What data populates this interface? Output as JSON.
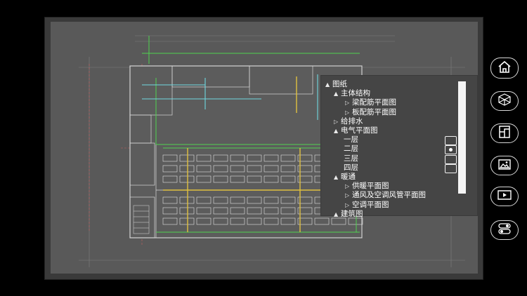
{
  "tree": {
    "items": [
      {
        "label": "图纸",
        "level": 0,
        "expander": "▲"
      },
      {
        "label": "主体结构",
        "level": 1,
        "expander": "▲"
      },
      {
        "label": "梁配筋平面图",
        "level": 2,
        "expander": "▷"
      },
      {
        "label": "板配筋平面图",
        "level": 2,
        "expander": "▷"
      },
      {
        "label": "给排水",
        "level": 1,
        "expander": "▷"
      },
      {
        "label": "电气平面图",
        "level": 1,
        "expander": "▲"
      },
      {
        "label": "一层",
        "level": 2,
        "expander": "",
        "radio": "off"
      },
      {
        "label": "二层",
        "level": 2,
        "expander": "",
        "radio": "on"
      },
      {
        "label": "三层",
        "level": 2,
        "expander": "",
        "radio": "off"
      },
      {
        "label": "四层",
        "level": 2,
        "expander": "",
        "radio": "off"
      },
      {
        "label": "暖通",
        "level": 1,
        "expander": "▲"
      },
      {
        "label": "供暖平面图",
        "level": 2,
        "expander": "▷"
      },
      {
        "label": "通风及空调风管平面图",
        "level": 2,
        "expander": "▷"
      },
      {
        "label": "空调平面图",
        "level": 2,
        "expander": "▷"
      },
      {
        "label": "建筑图",
        "level": 1,
        "expander": "▲"
      }
    ]
  },
  "toolbar": {
    "buttons": [
      {
        "icon": "home-icon"
      },
      {
        "icon": "3d-cube-icon"
      },
      {
        "icon": "floorplan-icon"
      },
      {
        "icon": "image-icon"
      },
      {
        "icon": "video-icon"
      },
      {
        "icon": "toggle-icon"
      }
    ]
  },
  "colors": {
    "background": "#000000",
    "canvas": "#595959",
    "panel": "#454545",
    "cad_green": "#4fd24f",
    "cad_yellow": "#e0c040",
    "cad_cyan": "#6fd8e0"
  }
}
